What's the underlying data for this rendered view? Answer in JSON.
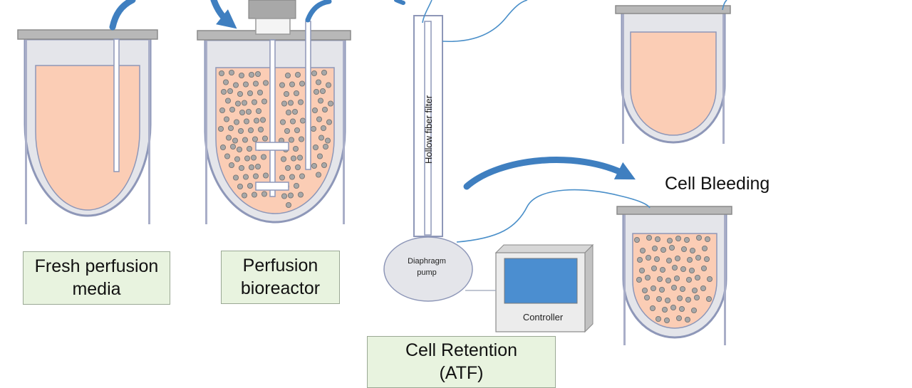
{
  "labels": {
    "fresh_media": [
      "Fresh perfusion",
      "media"
    ],
    "bioreactor": [
      "Perfusion",
      "bioreactor"
    ],
    "cell_retention": [
      "Cell Retention",
      "(ATF)"
    ],
    "cell_bleeding": "Cell Bleeding",
    "hollow_fiber": "Hollow fiber filter",
    "pump": [
      "Diaphragm",
      "pump"
    ],
    "controller": "Controller"
  },
  "colors": {
    "medium": "#fbcdb5",
    "vessel_fill": "#e4e5ea",
    "vessel_stroke": "#8e97b8",
    "lid": "#b8b8b8",
    "tube": "#4a8fc9",
    "arrow": "#3f7fc0",
    "cell_fill": "#a7a7a7",
    "cell_stroke": "#6e6e6e",
    "screen": "#4b8ed0",
    "label_bg": "#e8f3df"
  },
  "icons": [
    "curved-arrow-icon",
    "impeller-icon",
    "motor-icon"
  ]
}
